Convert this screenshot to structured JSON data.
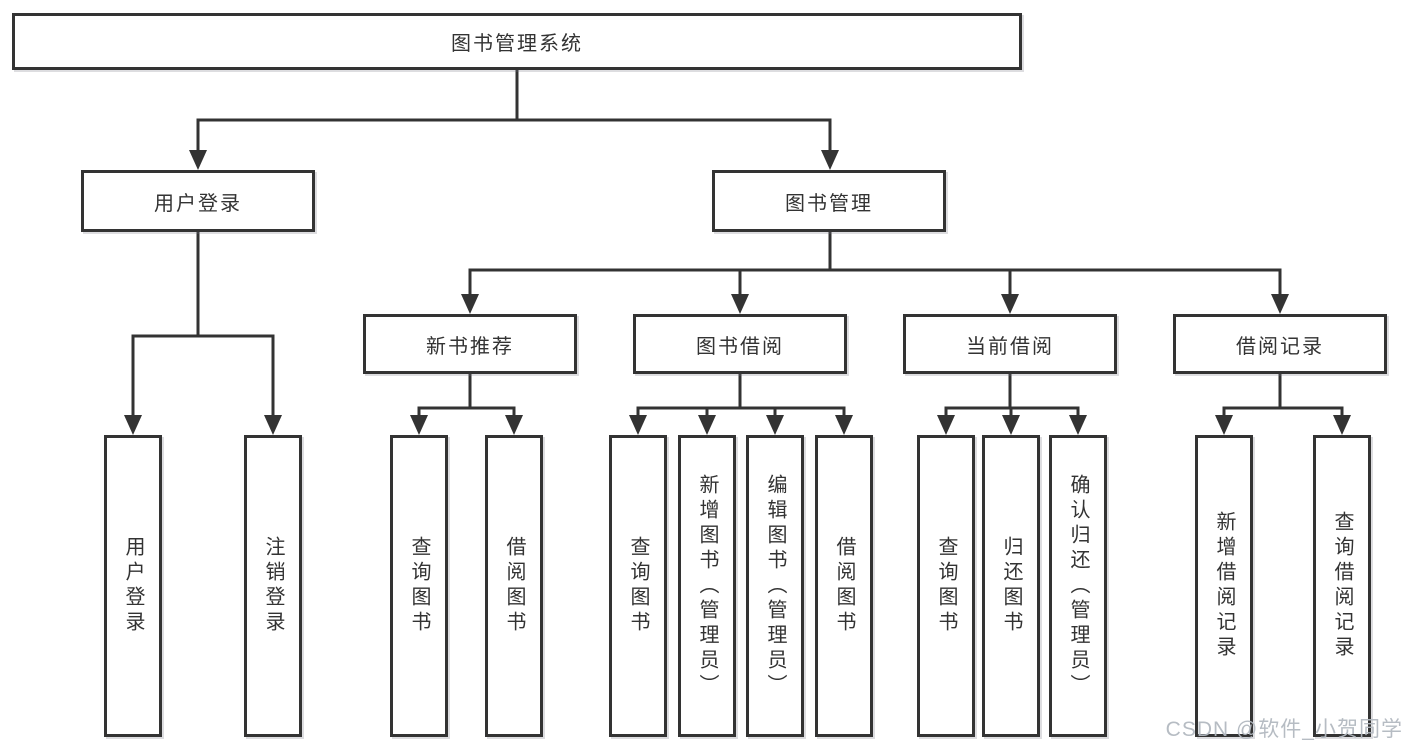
{
  "diagram": {
    "title": "图书管理系统",
    "tree": {
      "root": {
        "label": "图书管理系统"
      },
      "branches": [
        {
          "label": "用户登录",
          "children": [
            {
              "label": "用户登录"
            },
            {
              "label": "注销登录"
            }
          ]
        },
        {
          "label": "图书管理",
          "groups": [
            {
              "label": "新书推荐",
              "children": [
                {
                  "label": "查询图书"
                },
                {
                  "label": "借阅图书"
                }
              ]
            },
            {
              "label": "图书借阅",
              "children": [
                {
                  "label": "查询图书"
                },
                {
                  "label": "新增图书（管理员）"
                },
                {
                  "label": "编辑图书（管理员）"
                },
                {
                  "label": "借阅图书"
                }
              ]
            },
            {
              "label": "当前借阅",
              "children": [
                {
                  "label": "查询图书"
                },
                {
                  "label": "归还图书"
                },
                {
                  "label": "确认归还（管理员）"
                }
              ]
            },
            {
              "label": "借阅记录",
              "children": [
                {
                  "label": "新增借阅记录"
                },
                {
                  "label": "查询借阅记录"
                }
              ]
            }
          ]
        }
      ]
    },
    "colors": {
      "line": "#333333",
      "border": "#333333",
      "text": "#333333",
      "background": "#ffffff",
      "watermark": "#b2b8c0"
    }
  },
  "watermark": {
    "text": "CSDN @软件_小贺同学"
  }
}
